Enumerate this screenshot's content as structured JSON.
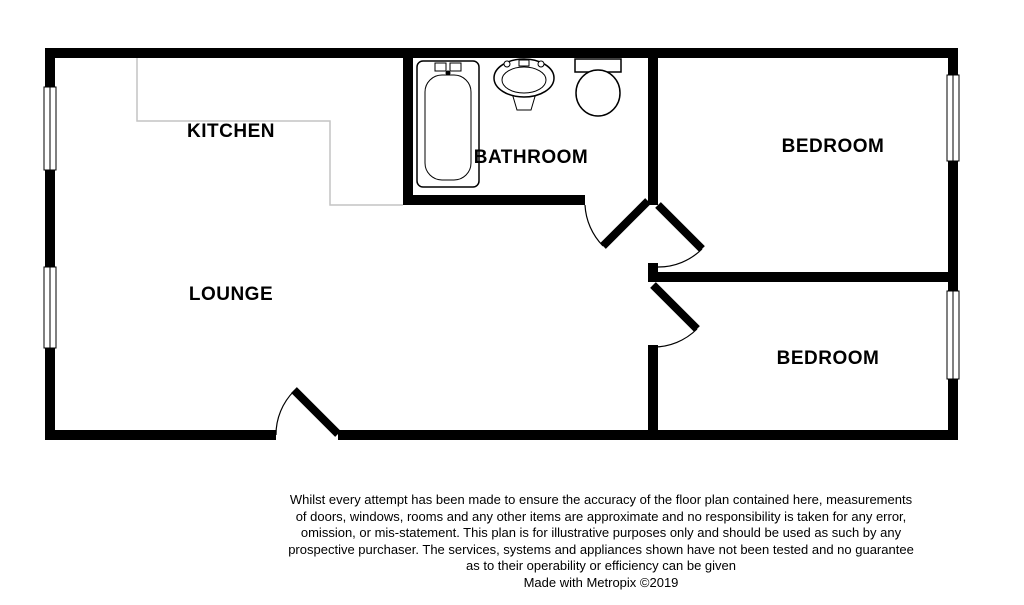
{
  "rooms": {
    "kitchen": "KITCHEN",
    "bathroom": "BATHROOM",
    "bedroom_top": "BEDROOM",
    "lounge": "LOUNGE",
    "bedroom_bottom": "BEDROOM"
  },
  "fixtures": {
    "bathtub": "bathtub",
    "sink": "sink",
    "toilet": "toilet"
  },
  "colors": {
    "wall": "#000000",
    "background": "#ffffff",
    "kitchen_divider": "#c4c4c4"
  },
  "disclaimer": {
    "lines": [
      "Whilst every attempt has been made to ensure the accuracy of the floor plan contained here, measurements",
      "of doors, windows, rooms and any other items are approximate and no responsibility is taken for any error,",
      "omission, or mis-statement. This plan is for illustrative purposes only and should be used as such by any",
      "prospective purchaser. The services, systems and appliances shown have not been tested and no guarantee",
      "as to their operability or efficiency can be given"
    ],
    "credit": "Made with Metropix ©2019"
  }
}
